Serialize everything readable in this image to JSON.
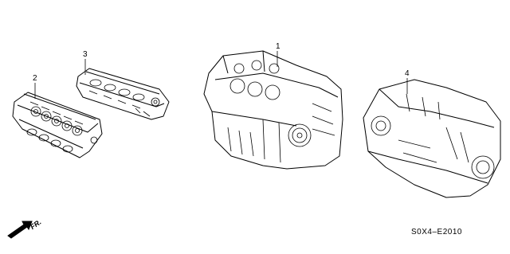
{
  "callouts": {
    "part1": "1",
    "part2": "2",
    "part3": "3",
    "part4": "4"
  },
  "front_indicator": "FR.",
  "diagram_code": "S0X4–E2010",
  "icons": [
    "front-direction-arrow-icon"
  ],
  "colors": {
    "line": "#000000",
    "background": "#ffffff"
  }
}
